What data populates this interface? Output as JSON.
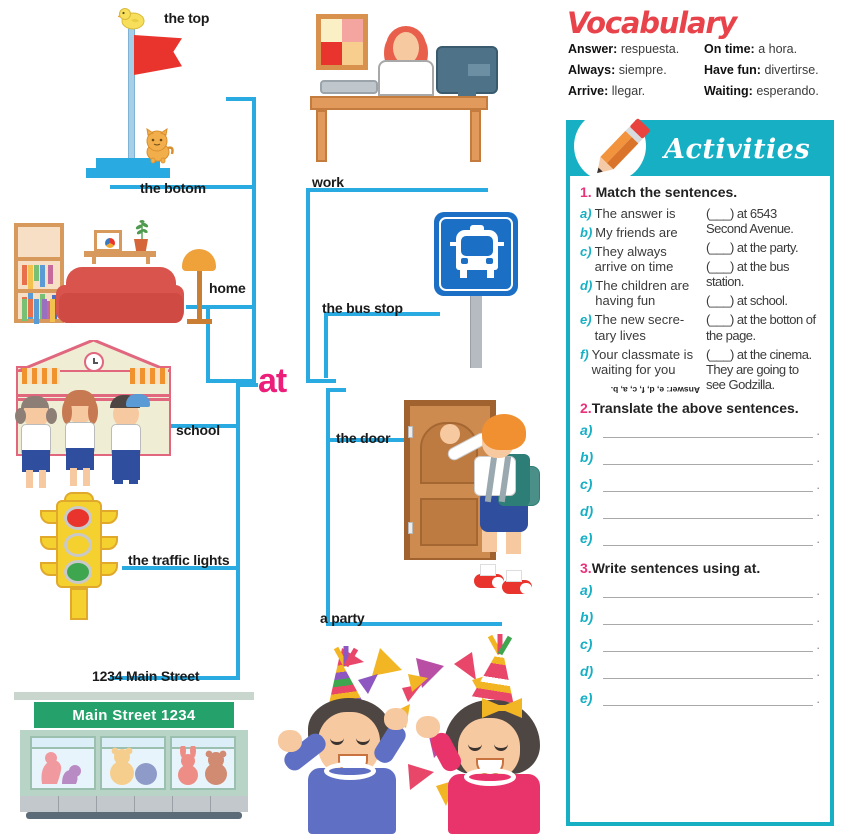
{
  "mindmap": {
    "center": "at",
    "labels": [
      {
        "id": "top",
        "text": "the top"
      },
      {
        "id": "bottom",
        "text": "the botom"
      },
      {
        "id": "home",
        "text": "home"
      },
      {
        "id": "school",
        "text": "school"
      },
      {
        "id": "traffic",
        "text": "the traffic lights"
      },
      {
        "id": "address",
        "text": "1234 Main Street"
      },
      {
        "id": "work",
        "text": "work"
      },
      {
        "id": "busstop",
        "text": "the bus stop"
      },
      {
        "id": "door",
        "text": "the door"
      },
      {
        "id": "party",
        "text": "a party"
      }
    ],
    "store_sign": "Main Street 1234"
  },
  "vocabulary": {
    "title": "Vocabulary",
    "entries": [
      {
        "term": "Answer:",
        "meaning": "respuesta."
      },
      {
        "term": "On time:",
        "meaning": "a hora."
      },
      {
        "term": "Always:",
        "meaning": "siempre."
      },
      {
        "term": "Have fun:",
        "meaning": "divertirse."
      },
      {
        "term": "Arrive:",
        "meaning": "llegar."
      },
      {
        "term": "Waiting:",
        "meaning": "esperando."
      }
    ]
  },
  "activities": {
    "title": "Activities",
    "ex1": {
      "num": "1.",
      "heading": "Match the sentences.",
      "left": [
        {
          "letter": "a)",
          "text": "The answer is"
        },
        {
          "letter": "b)",
          "text": "My friends are"
        },
        {
          "letter": "c)",
          "text": "They always arrive on time"
        },
        {
          "letter": "d)",
          "text": "The children are having fun"
        },
        {
          "letter": "e)",
          "text": "The new secre-tary lives"
        },
        {
          "letter": "f)",
          "text": "Your classmate is waiting for you"
        }
      ],
      "right": [
        "(___) at 6543 Second Avenue.",
        "(___) at the party.",
        "(___) at the bus station.",
        "(___) at school.",
        "(___) at the botton of the page.",
        "(___) at the cinema. They are going to see Godzilla."
      ],
      "answer_key": "Answer: e, d, f, c, a, b."
    },
    "ex2": {
      "num": "2.",
      "heading": "Translate the above sentences.",
      "letters": [
        "a)",
        "b)",
        "c)",
        "d)",
        "e)"
      ]
    },
    "ex3": {
      "num": "3.",
      "heading": "Write sentences using at.",
      "letters": [
        "a)",
        "b)",
        "c)",
        "d)",
        "e)"
      ]
    }
  },
  "colors": {
    "connector": "#29ABE2",
    "center_word": "#EC1E79",
    "vocab_title": "#E8434A",
    "activities_bar": "#16AFC4",
    "exercise_num": "#E8337C",
    "store_sign": "#25A26B"
  }
}
